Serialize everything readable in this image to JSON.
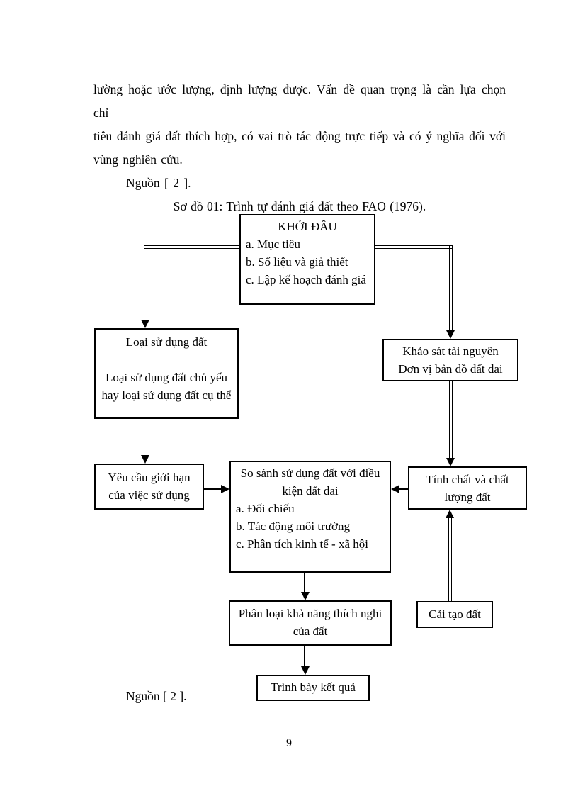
{
  "text": {
    "paragraph_lines": [
      "lường hoặc ước lượng, định lượng được. Vấn đề quan trọng là cần lựa chọn chỉ",
      "tiêu đánh giá đất thích hợp, có vai trò tác động trực tiếp và có ý nghĩa đối với",
      "vùng nghiên cứu."
    ],
    "source_top": "Nguồn [ 2 ].",
    "caption": "Sơ đồ 01: Trình tự đánh giá đất theo FAO (1976).",
    "source_bottom": "Nguồn [ 2 ].",
    "page_number": "9"
  },
  "flowchart": {
    "khoi_dau": {
      "title": "KHỞI ĐẦU",
      "items": [
        "a. Mục tiêu",
        "b. Số liệu và giả thiết",
        "c. Lập kế hoạch đánh giá"
      ]
    },
    "loai_su_dung": {
      "line1": "Loại sử dụng đất",
      "line2": "Loại sử dụng đất chủ yếu hay loại sử dụng đất cụ thể"
    },
    "khao_sat": {
      "line1": "Khảo sát tài nguyên",
      "line2": "Đơn vị bản đồ đất đai"
    },
    "yeu_cau": {
      "text": "Yêu cầu giới hạn của việc sử dụng"
    },
    "so_sanh": {
      "title": "So sánh sử dụng đất với điều kiện đất đai",
      "items": [
        "a. Đối chiếu",
        "b. Tác động môi trường",
        "c. Phân tích kinh tế - xã hội"
      ]
    },
    "tinh_chat": {
      "text": "Tính chất và chất lượng đất"
    },
    "phan_loai": {
      "text": "Phân loại khả năng thích nghi của đất"
    },
    "cai_tao": {
      "text": "Cải tạo đất"
    },
    "trinh_bay": {
      "text": "Trình bày kết quả"
    }
  },
  "colors": {
    "background": "#ffffff",
    "text": "#000000",
    "line": "#000000"
  }
}
